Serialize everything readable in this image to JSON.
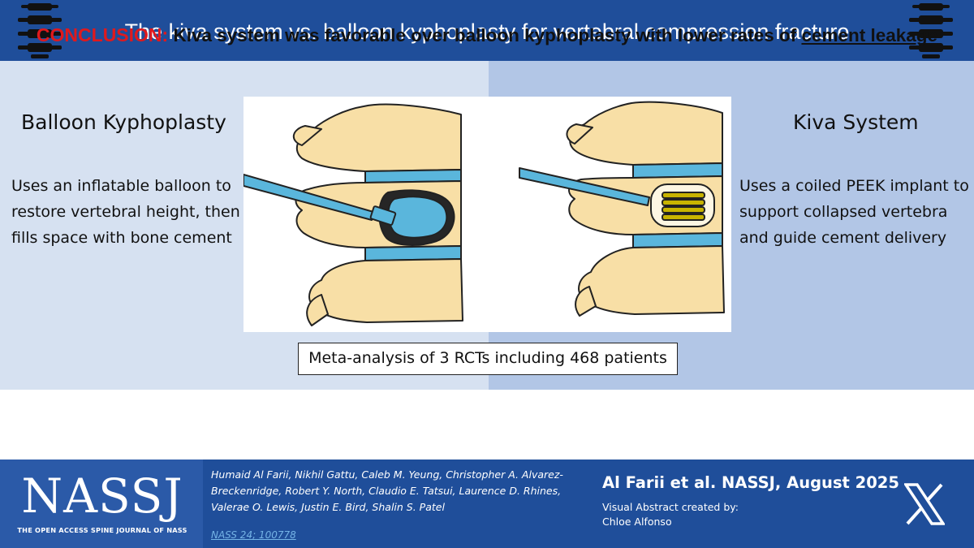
{
  "header": {
    "title": "The kiva system vs. balloon kyphoplasty for vertebral compression fracture"
  },
  "left": {
    "heading": "Balloon Kyphoplasty",
    "description": "Uses an inflatable balloon to restore vertebral height, then fills space with bone cement"
  },
  "right": {
    "heading": "Kiva System",
    "description": "Uses a coiled PEEK implant to support collapsed vertebra and guide cement delivery"
  },
  "meta": {
    "text": "Meta-analysis of 3 RCTs including 468 patients"
  },
  "conclusion": {
    "label": "CONCLUSION:",
    "text": " Kiva system was favorable over balloon kyphoplasty with lower rates of ",
    "emphasis": "cement leakage"
  },
  "footer": {
    "logo_text": "NASSJ",
    "logo_subtitle": "THE OPEN ACCESS SPINE JOURNAL OF NASS",
    "authors": "Humaid Al Farii, Nikhil Gattu, Caleb M. Yeung, Christopher A. Alvarez-Breckenridge, Robert Y. North, Claudio E. Tatsui, Laurence D. Rhines, Valerae O. Lewis, Justin E. Bird, Shalin S. Patel",
    "doi": "NASS 24; 100778",
    "citation": "Al Farii et al. NASSJ, August 2025",
    "credit_label": "Visual Abstract created by:",
    "credit_name": "Chloe Alfonso"
  },
  "colors": {
    "header_blue": "#1f4e9a",
    "left_panel": "#d6e1f1",
    "right_panel": "#b2c6e6",
    "bone": "#f8dfa6",
    "disc": "#5ab6dc",
    "conclusion_red": "#e0191d"
  },
  "icons": {
    "header": "spine-icon",
    "footer_social": "x-logo-icon"
  }
}
